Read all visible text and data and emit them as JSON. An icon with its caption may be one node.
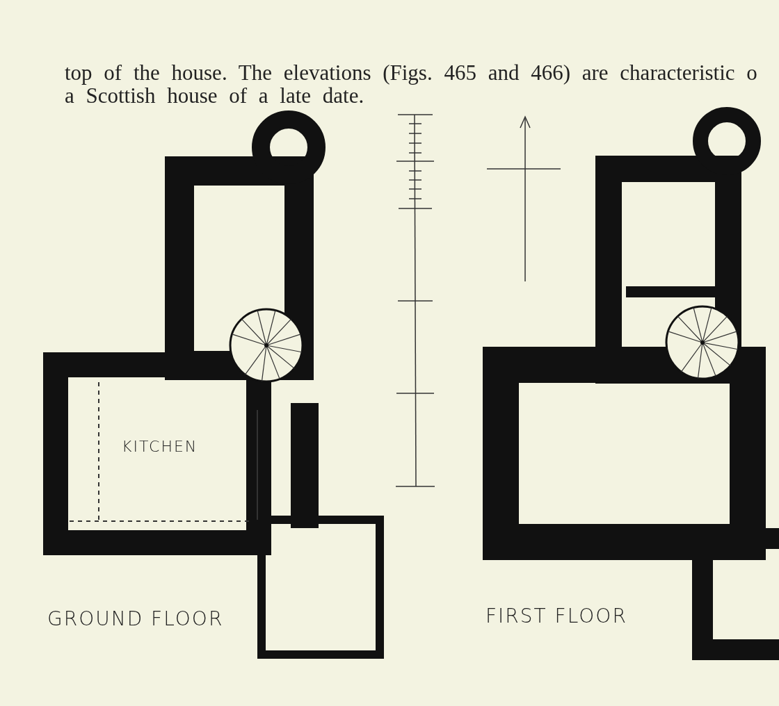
{
  "diagram": {
    "labels": [
      "top of the house. The elevations (Figs. 465 and 466) are characteristic o a Scottish house of a late date.",
      "KITCHEN",
      "GROUND FLOOR",
      "FIRST FLOOR"
    ]
  }
}
